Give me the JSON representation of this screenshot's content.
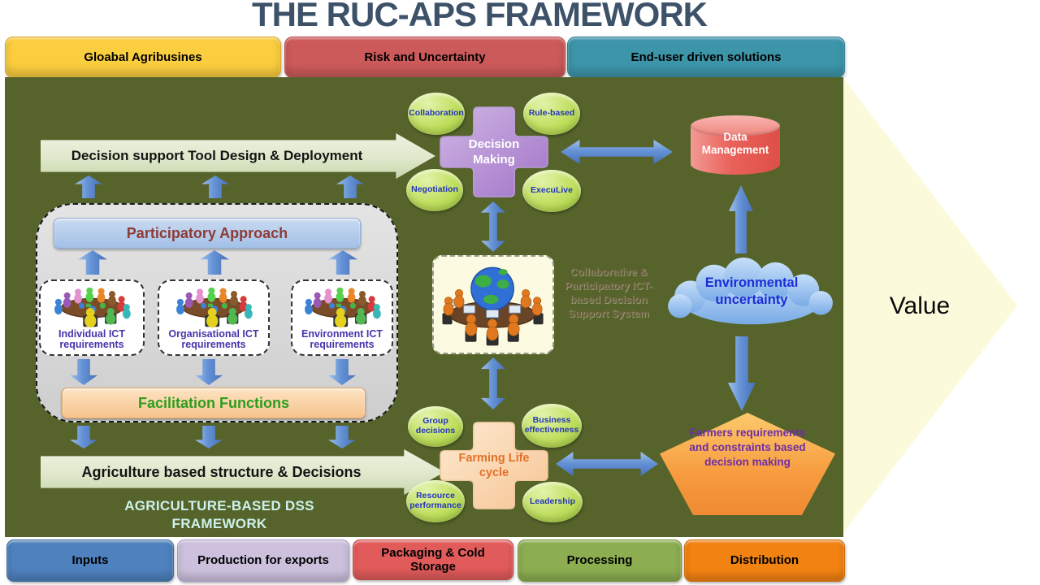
{
  "title": "THE RUC-APS FRAMEWORK",
  "top_bar": [
    {
      "label": "Gloabal Agribusines",
      "color": "#fbce3f"
    },
    {
      "label": "Risk and Uncertainty",
      "color": "#cd5a5a"
    },
    {
      "label": "End-user driven solutions",
      "color": "#3d95aa"
    }
  ],
  "left_panel": {
    "top_banner": "Decision support Tool Design & Deployment",
    "participatory_approach": "Participatory Approach",
    "ict_requirements": [
      {
        "label": "Individual ICT requirements"
      },
      {
        "label": "Organisational ICT requirements"
      },
      {
        "label": "Environment ICT requirements"
      }
    ],
    "facilitation_functions": "Facilitation Functions",
    "bottom_banner": "Agriculture based structure & Decisions",
    "framework_caption": "AGRICULTURE-BASED DSS FRAMEWORK"
  },
  "center": {
    "decision_making": {
      "label": "Decision Making",
      "satellites": [
        "Collaboration",
        "Rule-based",
        "Negotiation",
        "ExecuLive"
      ]
    },
    "dss_caption": "Collaborative & Participatory ICT-based Decision Support System",
    "farming_life_cycle": {
      "label": "Farming Life cycle",
      "satellites": [
        "Group decisions",
        "Business effectiveness",
        "Resource performance",
        "Leadership"
      ]
    }
  },
  "right_panel": {
    "data_management": "Data Management",
    "environmental_uncertainty": "Environmental uncertainty",
    "farmers_pentagon": "Farmers requirements and constraints based decision making",
    "value_label": "Value"
  },
  "bottom_bar": [
    {
      "label": "Inputs",
      "color": "#4e81bd"
    },
    {
      "label": "Production for exports",
      "color": "#ccc0dc"
    },
    {
      "label": "Packaging & Cold Storage",
      "color": "#e25b5b"
    },
    {
      "label": "Processing",
      "color": "#8cad50"
    },
    {
      "label": "Distribution",
      "color": "#f28212"
    }
  ],
  "palette": {
    "panel_green": "#56642b",
    "arrow_blue": "#6593d6",
    "value_arrow_fill": "#fbfada",
    "title_color": "#3d5269",
    "satellite_green": "#c0df5f",
    "cylinder_red": "#e9625a",
    "cloud_blue": "#79abe6",
    "pentagon_orange": "#f79b3e"
  }
}
